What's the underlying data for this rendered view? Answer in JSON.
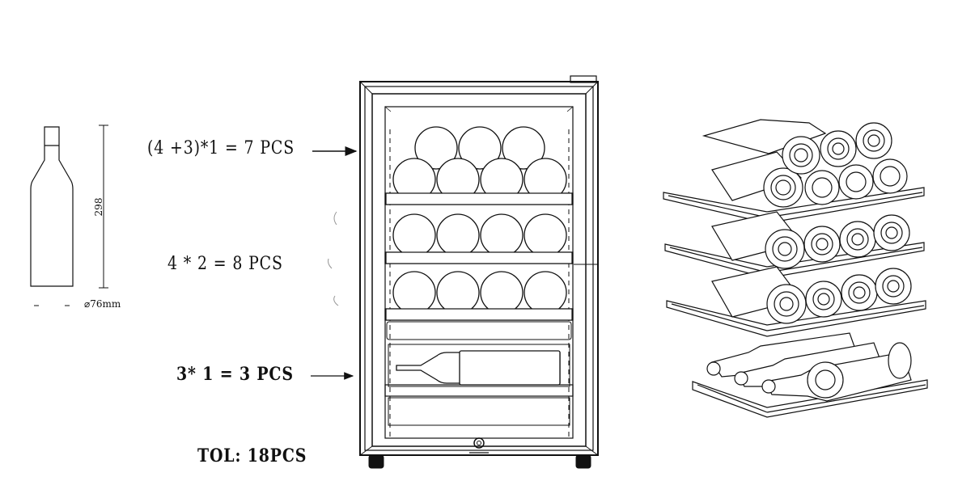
{
  "bottle": {
    "height_label": "298",
    "diameter_label": "⌀76mm"
  },
  "shelves": [
    {
      "formula": "(4 +3)*1 = 7 PCS",
      "bold": false
    },
    {
      "formula": "4 * 2 = 8 PCS",
      "bold": false
    },
    {
      "formula": "3* 1 = 3 PCS",
      "bold": true
    }
  ],
  "total": {
    "label": "TOL: 18PCS"
  }
}
